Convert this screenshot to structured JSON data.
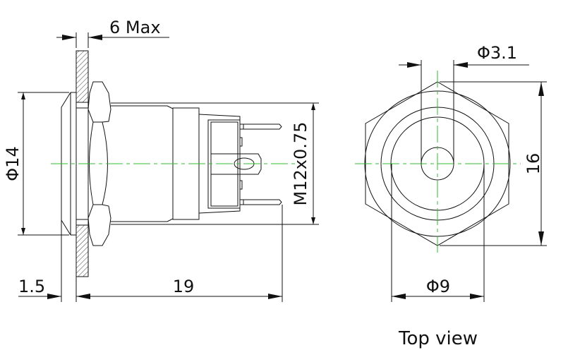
{
  "diagram": {
    "type": "mechanical-drawing",
    "subject": "panel-mount push button switch",
    "colors": {
      "line": "#111111",
      "centerline": "#33bb33",
      "background": "#ffffff"
    }
  },
  "side_view": {
    "dimensions": {
      "panel_thickness": "6 Max",
      "head_diameter": "Φ14",
      "thread": "M12x0.75",
      "head_height": "1.5",
      "body_length": "19"
    }
  },
  "top_view": {
    "caption": "Top view",
    "dimensions": {
      "led_diameter": "Φ3.1",
      "hex_across_corners": "16",
      "ring_diameter": "Φ9"
    }
  }
}
